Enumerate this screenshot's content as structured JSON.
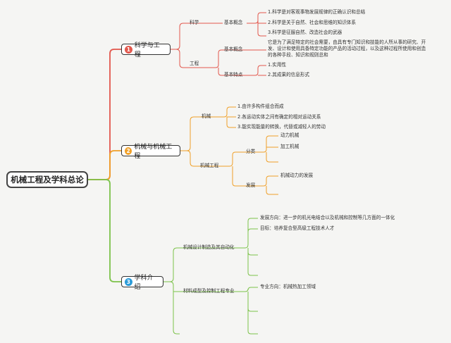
{
  "root": {
    "label": "机械工程及学科总论"
  },
  "branches": [
    {
      "number": "1",
      "label": "科学与工程",
      "color": "#e2574c",
      "children": [
        {
          "label": "科学",
          "sub": [
            {
              "label": "基本概念",
              "items": [
                "1.科学是对客观事物发展规律的正确认识和总结",
                "2.科学是关于自然、社会和思维的知识体系",
                "3.科学是征服自然、改造社会的武器"
              ]
            }
          ]
        },
        {
          "label": "工程",
          "sub": [
            {
              "label": "基本概念",
              "items": [
                "它是为了满足特定的社会需要，由具有专门知识和技能的人所从事的研究、开发、设计和使用具备特定功能的产品的活动过程，以及这种过程所使用和创造的各种手段、知识和规则总和"
              ]
            },
            {
              "label": "基本特点",
              "items": [
                "1.实用性",
                "2.其成果的信息形式"
              ]
            }
          ]
        }
      ]
    },
    {
      "number": "2",
      "label": "机械与机械工程",
      "color": "#f0a028",
      "children": [
        {
          "label": "机械",
          "items": [
            "1.由许多构件组合而成",
            "2.各运动实体之间有确定的相对运动关系",
            "3.能实现能量的转换，代替或减轻人的劳动"
          ]
        },
        {
          "label": "机械工程",
          "sub": [
            {
              "label": "分类",
              "items": [
                "动力机械",
                "加工机械",
                ""
              ]
            },
            {
              "label": "发展",
              "items": [
                "机械动力的发展",
                ""
              ]
            }
          ]
        }
      ]
    },
    {
      "number": "3",
      "label": "学科介绍",
      "color": "#2a9bd8",
      "line_color": "#7cc24a",
      "children": [
        {
          "label": "机械设计制造及其自动化",
          "items": [
            "发展方向：进一步的机光电结合以及机械和控制等几方面的一体化",
            "目标：培养复合型高级工程技术人才",
            "",
            ""
          ]
        },
        {
          "label": "材料成型及控制工程专业",
          "items": [
            "专业方向：机械热加工领域",
            "",
            ""
          ]
        }
      ]
    }
  ]
}
